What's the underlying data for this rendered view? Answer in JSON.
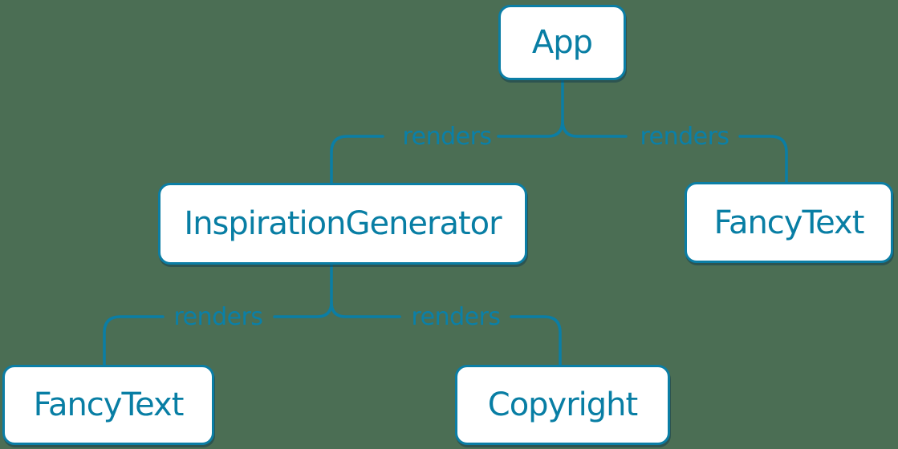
{
  "diagram_type": "component-render-tree",
  "colors": {
    "background": "#4b6e54",
    "line": "#0b7ea5",
    "node_fill": "#ffffff",
    "node_border": "#0b7ea5",
    "node_text": "#087ea4",
    "label_text": "#0a80a8"
  },
  "nodes": [
    {
      "id": "app",
      "label": "App"
    },
    {
      "id": "inspiration-generator",
      "label": "InspirationGenerator"
    },
    {
      "id": "fancy-text-top",
      "label": "FancyText"
    },
    {
      "id": "fancy-text-bottom",
      "label": "FancyText"
    },
    {
      "id": "copyright",
      "label": "Copyright"
    }
  ],
  "edges": [
    {
      "from": "App",
      "to": "InspirationGenerator",
      "label": "renders"
    },
    {
      "from": "App",
      "to": "FancyText",
      "label": "renders"
    },
    {
      "from": "InspirationGenerator",
      "to": "FancyText",
      "label": "renders"
    },
    {
      "from": "InspirationGenerator",
      "to": "Copyright",
      "label": "renders"
    }
  ]
}
